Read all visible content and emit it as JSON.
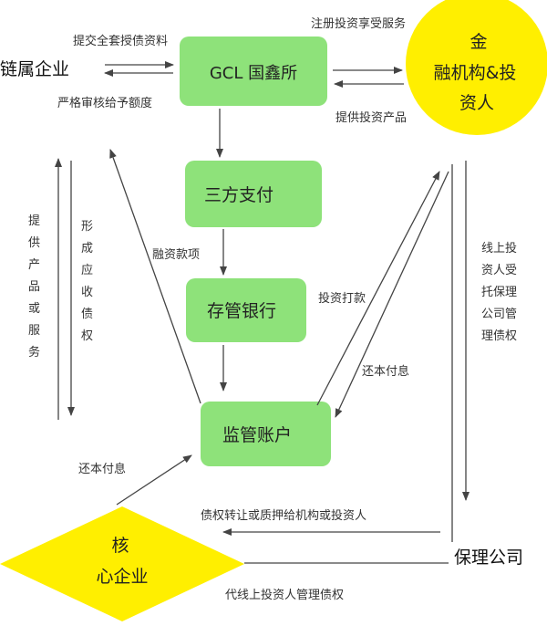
{
  "nodes": {
    "gcl": "GCL 国鑫所",
    "sanfang": "三方支付",
    "cunguan": "存管银行",
    "jianguan": "监管账户",
    "jinrong_line1": "金",
    "jinrong_line2": "融机构&投",
    "jinrong_line3": "资人",
    "hexin_line1": "核",
    "hexin_line2": "心企业",
    "lianshu": "链属企业",
    "baoli": "保理公司"
  },
  "edges": {
    "tijiao": "提交全套授债资料",
    "yange": "严格审核给予额度",
    "zhuce": "注册投资享受服务",
    "tigong_touzi": "提供投资产品",
    "rongzi": "融资款项",
    "touzi_dakuan": "投资打款",
    "huanben_right": "还本付息",
    "huanben_left": "还本付息",
    "tigong_chanpin_vertical": [
      "提",
      "供",
      "产",
      "品",
      "或",
      "服",
      "务"
    ],
    "xingcheng_vertical": [
      "形",
      "成",
      "应",
      "收",
      "债",
      "权"
    ],
    "xianshang_lines": [
      "线上投",
      "资人受",
      "托保理",
      "公司管",
      "理债权"
    ],
    "zhaiquan_zhuanrang": "债权转让或质押给机构或投资人",
    "daixian": "代线上投资人管理债权"
  },
  "colors": {
    "green_box": "#8ee27a",
    "yellow": "#ffef00",
    "line": "#444444"
  }
}
